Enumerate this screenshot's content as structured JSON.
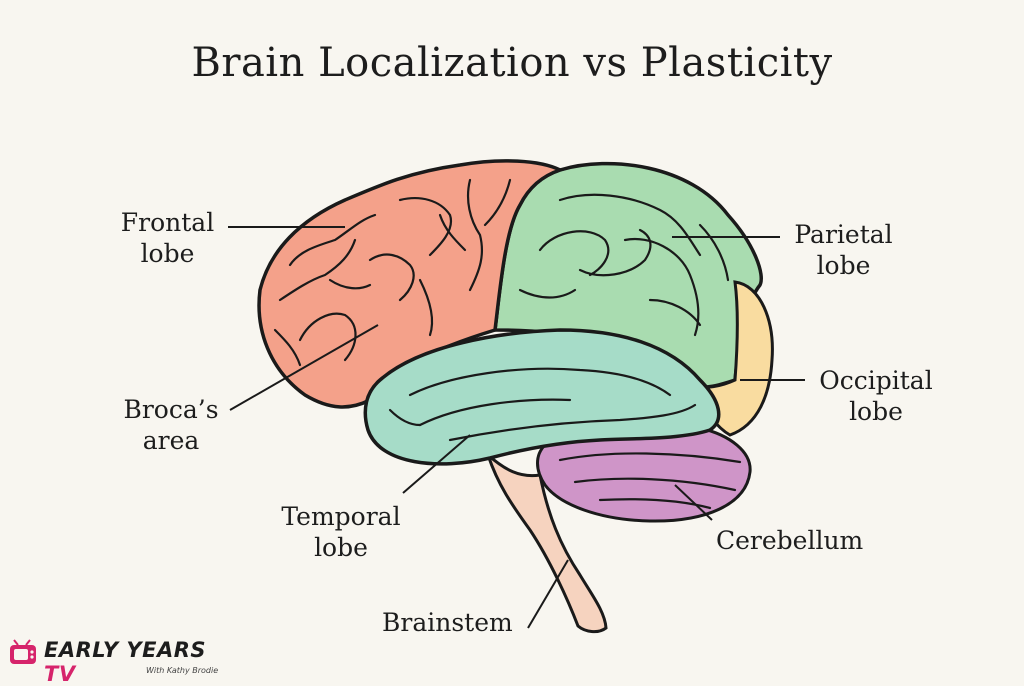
{
  "title": "Brain Localization vs Plasticity",
  "labels": {
    "frontal": [
      "Frontal",
      "lobe"
    ],
    "broca": [
      "Broca’s",
      "area"
    ],
    "temporal": [
      "Temporal",
      "lobe"
    ],
    "brainstem": "Brainstem",
    "parietal": [
      "Parietal",
      "lobe"
    ],
    "occipital": [
      "Occipital",
      "lobe"
    ],
    "cerebellum": "Cerebellum"
  },
  "logo": {
    "name_a": "EARLY YEARS ",
    "name_b": "TV",
    "tagline": "With Kathy Brodie"
  },
  "colors": {
    "frontal": "#f4a18a",
    "parietal": "#a9dcb0",
    "temporal": "#a6dcc8",
    "occipital": "#f9dca0",
    "cerebellum": "#cf95c8",
    "brainstem": "#f6d3bf",
    "outline": "#1a1a1a",
    "brand": "#d6246b"
  }
}
